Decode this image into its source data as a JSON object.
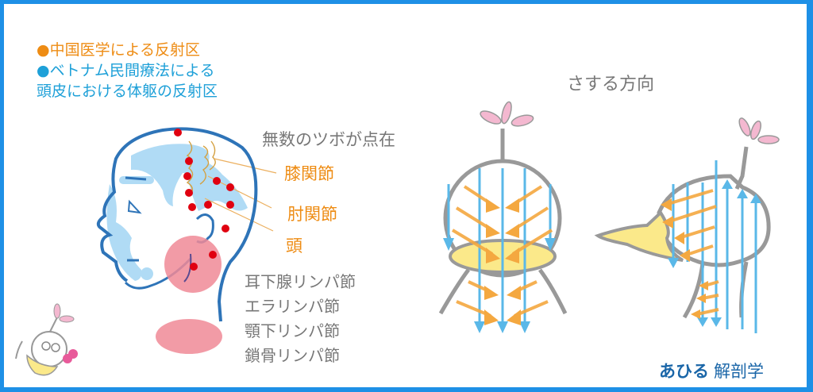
{
  "legend": {
    "chinese_medicine": "●中国医学による反射区",
    "vietnamese_line1": "●ベトナム民間療法による",
    "vietnamese_line2": "頭皮における体躯の反射区"
  },
  "head_diagram": {
    "annotation": "無数のツボが点在",
    "labels": [
      "膝関節",
      "肘関節",
      "頭"
    ],
    "lymph_nodes": [
      "耳下腺リンパ節",
      "エラリンパ節",
      "顎下リンパ節",
      "鎖骨リンパ節"
    ]
  },
  "direction_diagram": {
    "title": "さする方向"
  },
  "brand": {
    "name_kana": "あひる",
    "name_kanji": "解剖学"
  },
  "colors": {
    "frame": "#1e90e6",
    "orange": "#ee8c14",
    "blue_text": "#1ea0d8",
    "acupoint": "#e00010",
    "lymph_pink": "#f08a96",
    "arrow_orange": "#f4a840",
    "arrow_blue": "#5ab8e8",
    "beak_yellow": "#fbe98a"
  },
  "icons": [
    "flower-sprout-icon",
    "duck-mascot-icon"
  ]
}
